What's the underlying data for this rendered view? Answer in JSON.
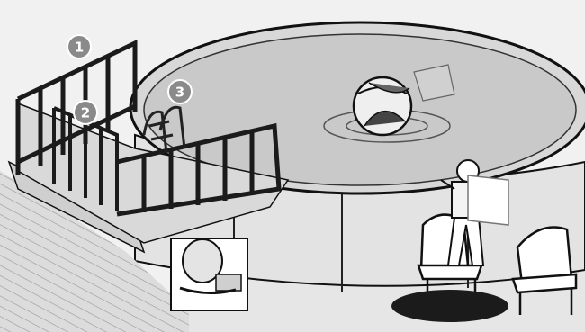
{
  "illustration": {
    "callouts": [
      {
        "number": "1",
        "target": "deck-railing"
      },
      {
        "number": "2",
        "target": "deck-gate"
      },
      {
        "number": "3",
        "target": "pool-ladder"
      }
    ]
  }
}
